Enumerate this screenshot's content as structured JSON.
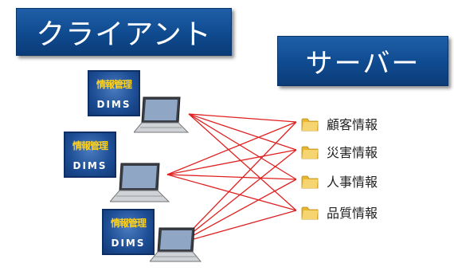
{
  "client_banner": "クライアント",
  "server_banner": "サーバー",
  "clients": [
    {
      "icon_title": "情報管理",
      "icon_text": "DIMS"
    },
    {
      "icon_title": "情報管理",
      "icon_text": "DIMS"
    },
    {
      "icon_title": "情報管理",
      "icon_text": "DIMS"
    }
  ],
  "servers": [
    {
      "label": "顧客情報",
      "icon": "folder-icon"
    },
    {
      "label": "災害情報",
      "icon": "folder-icon"
    },
    {
      "label": "人事情報",
      "icon": "folder-icon"
    },
    {
      "label": "品質情報",
      "icon": "folder-icon"
    }
  ],
  "colors": {
    "banner": "#1456a0",
    "lines": "#e02020",
    "folder": "#f0c040",
    "icon_title": "#ffd21f"
  }
}
